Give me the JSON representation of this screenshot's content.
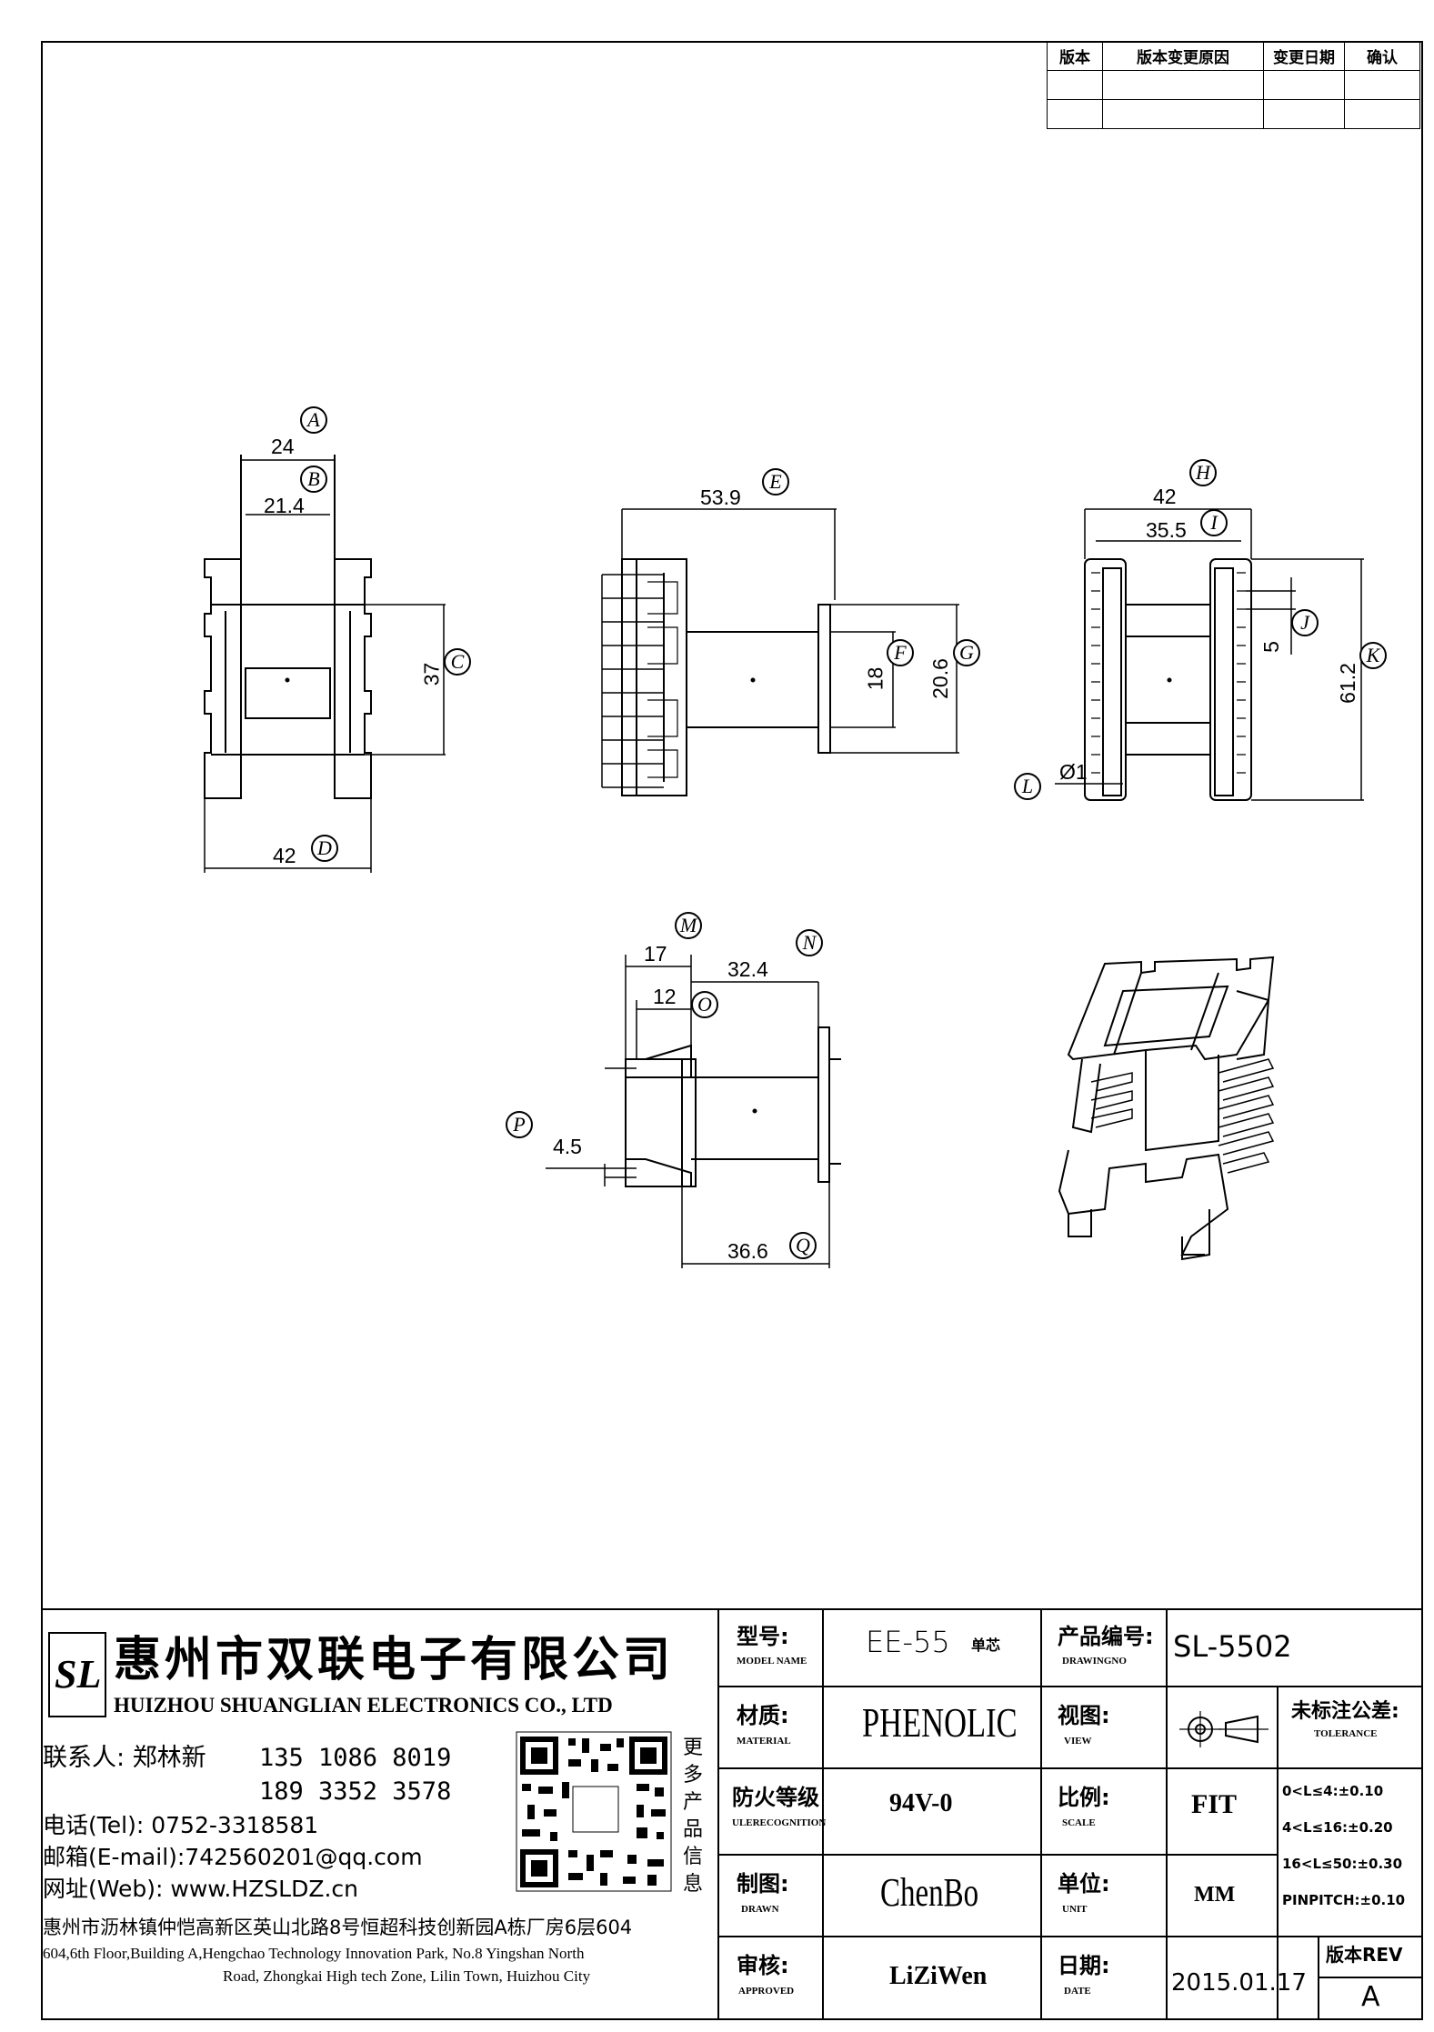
{
  "revision_table": {
    "headers": [
      "版本",
      "版本变更原因",
      "变更日期",
      "确认"
    ]
  },
  "dimensions": {
    "A": "24",
    "B": "21.4",
    "C": "37",
    "D": "42",
    "E": "53.9",
    "F": "18",
    "G": "20.6",
    "H": "42",
    "I": "35.5",
    "J": "5",
    "K": "61.2",
    "L": "Ø1",
    "M": "17",
    "N": "32.4",
    "O": "12",
    "P": "4.5",
    "Q": "36.6"
  },
  "callouts": [
    "A",
    "B",
    "C",
    "D",
    "E",
    "F",
    "G",
    "H",
    "I",
    "J",
    "K",
    "L",
    "M",
    "N",
    "O",
    "P",
    "Q"
  ],
  "company": {
    "logo_text": "SL",
    "name_cn": "惠州市双联电子有限公司",
    "name_en": "HUIZHOU SHUANGLIAN ELECTRONICS CO., LTD",
    "contact_label": "联系人: 郑林新",
    "phone1": "135 1086 8019",
    "phone2": "189 3352 3578",
    "tel": "电话(Tel): 0752-3318581",
    "email": "邮箱(E-mail):742560201@qq.com",
    "web": "网址(Web): www.HZSLDZ.cn",
    "qr_caption": "更多产品信息",
    "address_cn": "惠州市沥林镇仲恺高新区英山北路8号恒超科技创新园A栋厂房6层604",
    "address_en1": "604,6th Floor,Building A,Hengchao Technology Innovation Park, No.8 Yingshan North",
    "address_en2": "Road, Zhongkai High tech Zone, Lilin Town, Huizhou City"
  },
  "title_block": {
    "model_label_cn": "型号:",
    "model_label_en": "MODEL NAME",
    "model_value": "EE-55",
    "model_suffix": "单芯",
    "drawing_label_cn": "产品编号:",
    "drawing_label_en": "DRAWINGNO",
    "drawing_value": "SL-5502",
    "material_label_cn": "材质:",
    "material_label_en": "MATERIAL",
    "material_value": "PHENOLIC",
    "view_label_cn": "视图:",
    "view_label_en": "VIEW",
    "tolerance_label_cn": "未标注公差:",
    "tolerance_label_en": "TOLERANCE",
    "tolerance_lines": [
      "0<L≤4:±0.10",
      "4<L≤16:±0.20",
      "16<L≤50:±0.30",
      "PINPITCH:±0.10"
    ],
    "fire_label_cn": "防火等级",
    "fire_label_en": "ULERECOGNITION",
    "fire_value": "94V-0",
    "scale_label_cn": "比例:",
    "scale_label_en": "SCALE",
    "scale_value": "FIT",
    "drawn_label_cn": "制图:",
    "drawn_label_en": "DRAWN",
    "drawn_value": "ChenBo",
    "unit_label_cn": "单位:",
    "unit_label_en": "UNIT",
    "unit_value": "MM",
    "approved_label_cn": "审核:",
    "approved_label_en": "APPROVED",
    "approved_value": "LiZiWen",
    "date_label_cn": "日期:",
    "date_label_en": "DATE",
    "date_value": "2015.01.17",
    "rev_label": "版本REV",
    "rev_value": "A"
  }
}
